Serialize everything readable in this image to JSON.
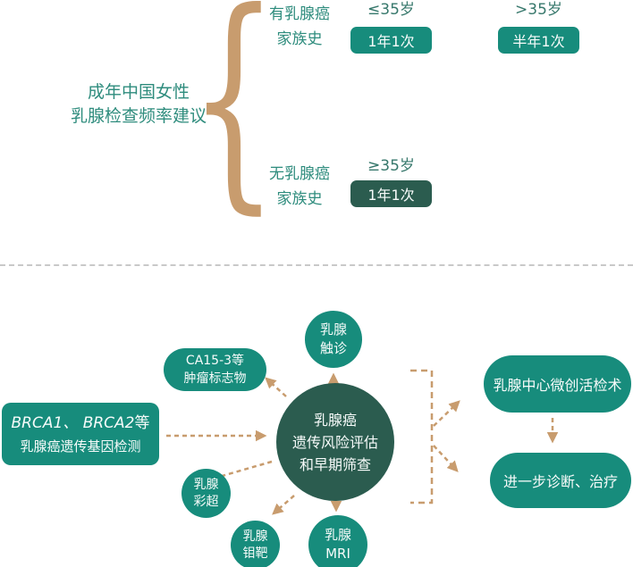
{
  "colors": {
    "teal_fill": "#178C7C",
    "dark_green_fill": "#2B5C4F",
    "tan_arrows": "#C89C6E",
    "teal_text": "#2E8C7D",
    "age_text": "#37786C",
    "divider_gray": "#C9C9C9"
  },
  "top": {
    "title_line1": "成年中国女性",
    "title_line2": "乳腺检查频率建议",
    "brace": "{",
    "with_history": {
      "line1": "有乳腺癌",
      "line2": "家族史"
    },
    "with_opt1": {
      "age": "≤35岁",
      "freq": "1年1次"
    },
    "with_opt2": {
      "age": ">35岁",
      "freq": "半年1次"
    },
    "without_history": {
      "line1": "无乳腺癌",
      "line2": "家族史"
    },
    "without_opt1": {
      "age": "≥35岁",
      "freq": "1年1次"
    }
  },
  "diagram": {
    "center": {
      "line1": "乳腺癌",
      "line2": "遗传风险评估",
      "line3": "和早期筛查"
    },
    "palpation": {
      "line1": "乳腺",
      "line2": "触诊"
    },
    "tumor_marker": {
      "line1": "CA15-3等",
      "line2": "肿瘤标志物"
    },
    "gene_test": {
      "genes": "BRCA1、 BRCA2",
      "suffix": "等",
      "line2": "乳腺癌遗传基因检测"
    },
    "ultrasound": {
      "line1": "乳腺",
      "line2": "彩超"
    },
    "mammography": {
      "line1": "乳腺",
      "line2": "钼靶"
    },
    "mri": {
      "line1": "乳腺",
      "line2": "MRI"
    },
    "biopsy": "乳腺中心微创活检术",
    "treatment": "进一步诊断、治疗"
  }
}
